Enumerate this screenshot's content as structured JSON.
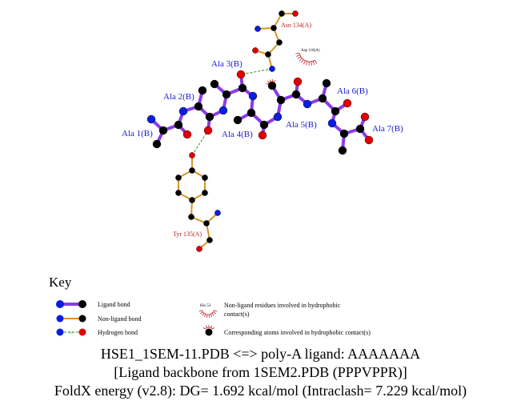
{
  "ligand_residues": [
    "Ala 1(B)",
    "Ala 2(B)",
    "Ala 3(B)",
    "Ala 4(B)",
    "Ala 5(B)",
    "Ala 6(B)",
    "Ala 7(B)"
  ],
  "protein_residues": {
    "asn": "Asn 134(A)",
    "tyr": "Tyr 135(A)",
    "asp": "Asp 118(A)"
  },
  "key": {
    "title": "Key",
    "ligand_bond": "Ligand bond",
    "non_ligand_bond": "Non-ligand bond",
    "hydrogen_bond": "Hydrogen bond",
    "hbond_distance": "3.0",
    "hydrophobic_example": "His 53",
    "hydrophobic_residues_line1": "Non-ligand residues involved in hydrophobic",
    "hydrophobic_residues_line2": "contact(s)",
    "hydrophobic_atoms": "Corresponding atoms involved in hydrophobic contact(s)"
  },
  "caption": {
    "line1": "HSE1_1SEM-11.PDB <=> poly-A ligand: AAAAAAA",
    "line2": "[Ligand backbone from 1SEM2.PDB (PPPVPPR)]",
    "line3": "FoldX energy (v2.8): DG= 1.692 kcal/mol (Intraclash= 7.229 kcal/mol)"
  },
  "colors": {
    "ligand_bond": "#8b3ce6",
    "non_ligand_bond": "#d4962a",
    "hbond": "#2e8b2e",
    "carbon": "#000000",
    "nitrogen": "#0a1ee0",
    "oxygen": "#e00000",
    "ligand_label": "#1a1ad0",
    "protein_label": "#c02020",
    "hydrophobic": "#c02020"
  }
}
